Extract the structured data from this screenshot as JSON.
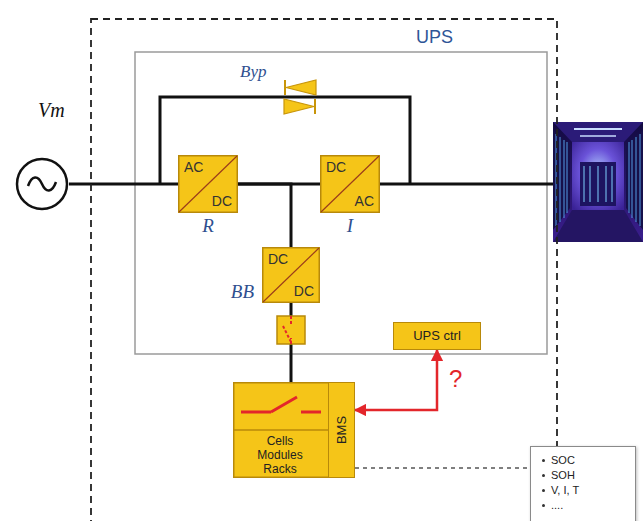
{
  "diagram": {
    "nodes": [
      {
        "text": [
          "Vm"
        ]
      },
      {
        "text": [
          "UPS"
        ]
      },
      {
        "text": [
          "AC",
          "DC",
          "R"
        ],
        "in": 1
      },
      {
        "text": [
          "DC",
          "AC",
          "I"
        ],
        "in": 1
      },
      {
        "text": [
          "DC",
          "DC",
          "BB"
        ],
        "in": 1
      },
      {
        "text": [
          "UPS ctrl"
        ],
        "in": 1
      },
      {
        "text": [
          "Cells Modules Racks"
        ],
        "in": 1
      },
      {
        "text": [
          "BMS"
        ],
        "in": 6
      },
      {
        "text": [
          "SOC",
          "SOH",
          "V, I, T",
          "...."
        ]
      }
    ],
    "edges": [
      {
        "from": 0,
        "to": 2,
        "arrow": "none"
      },
      {
        "from": 2,
        "to": 3,
        "arrow": "none"
      },
      {
        "from": 2,
        "to": 4,
        "arrow": "none"
      },
      {
        "from": 4,
        "to": 6,
        "arrow": "none"
      },
      {
        "from": 7,
        "to": 5,
        "arrow": "both",
        "label": "?"
      },
      {
        "from": 6,
        "to": 8,
        "arrow": "none"
      }
    ],
    "labels": [
      "Byp"
    ]
  }
}
